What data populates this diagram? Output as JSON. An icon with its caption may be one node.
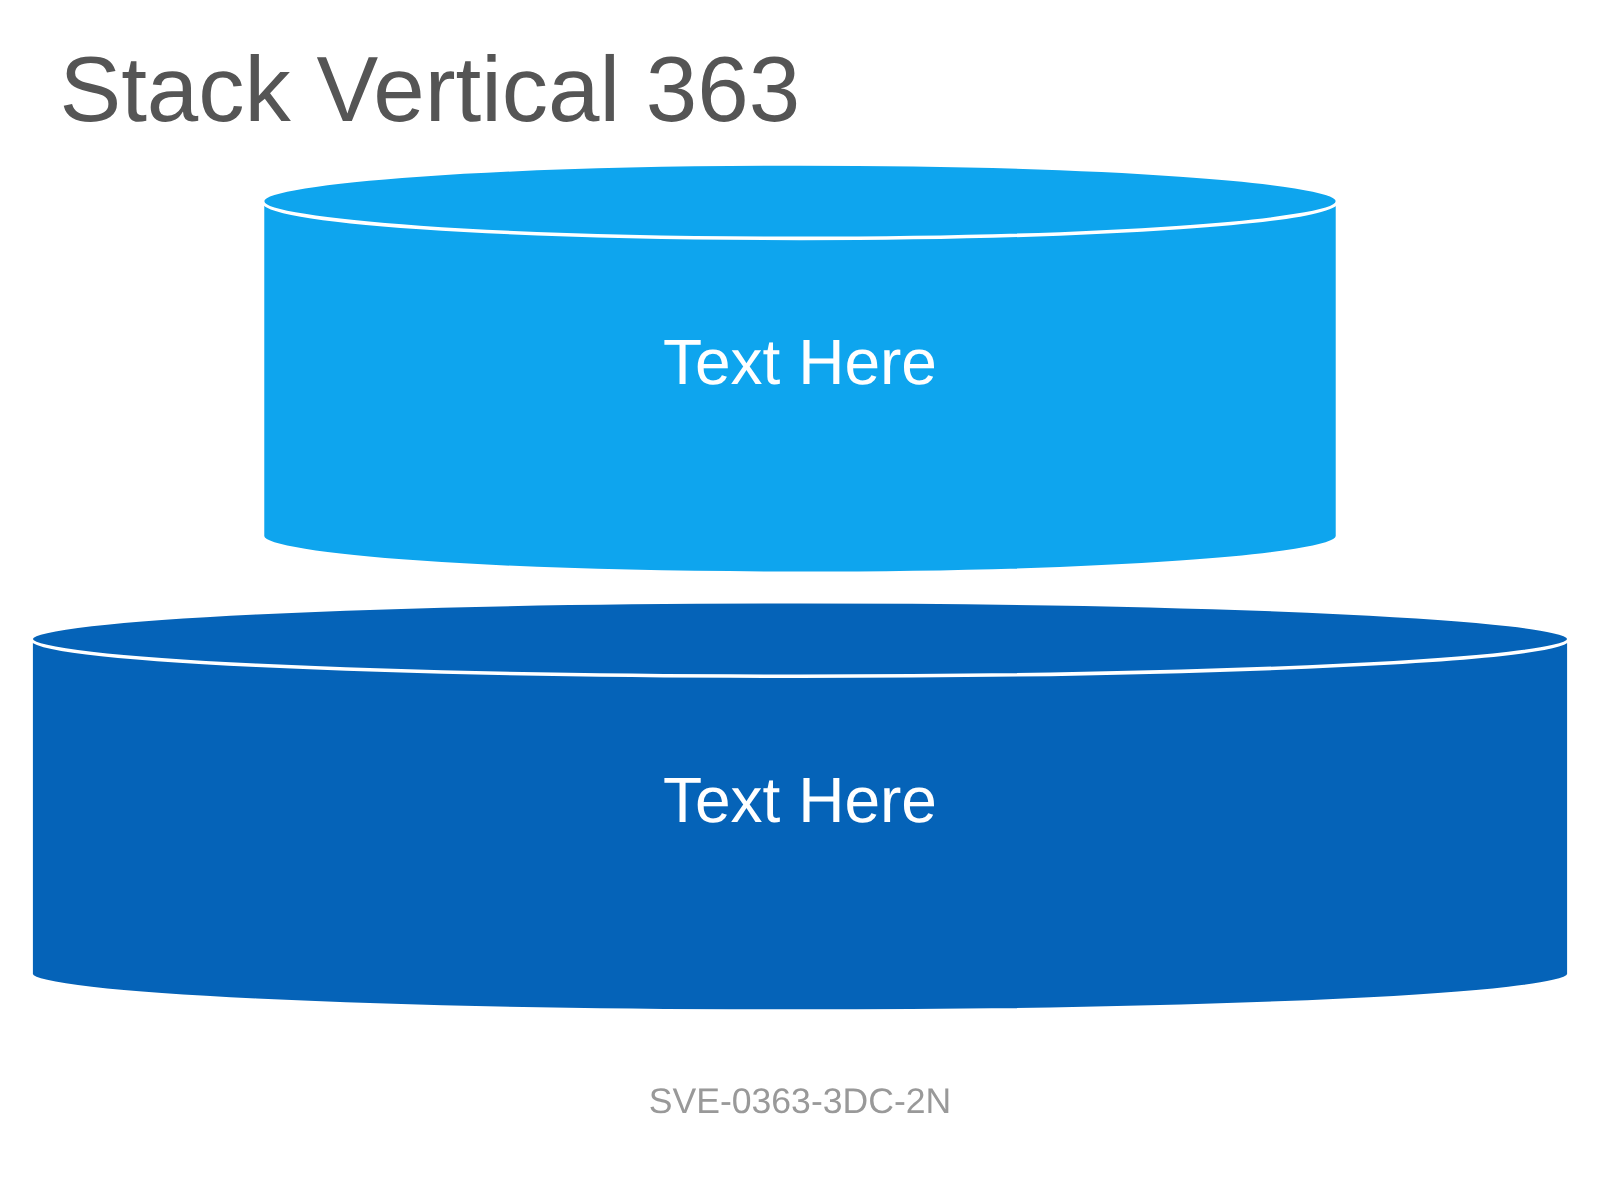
{
  "diagram": {
    "title": "Stack Vertical 363",
    "nodes": [
      {
        "text": [
          "Text Here"
        ]
      },
      {
        "text": [
          "Text Here"
        ]
      }
    ],
    "labels": [
      "SVE-0363-3DC-2N"
    ]
  }
}
